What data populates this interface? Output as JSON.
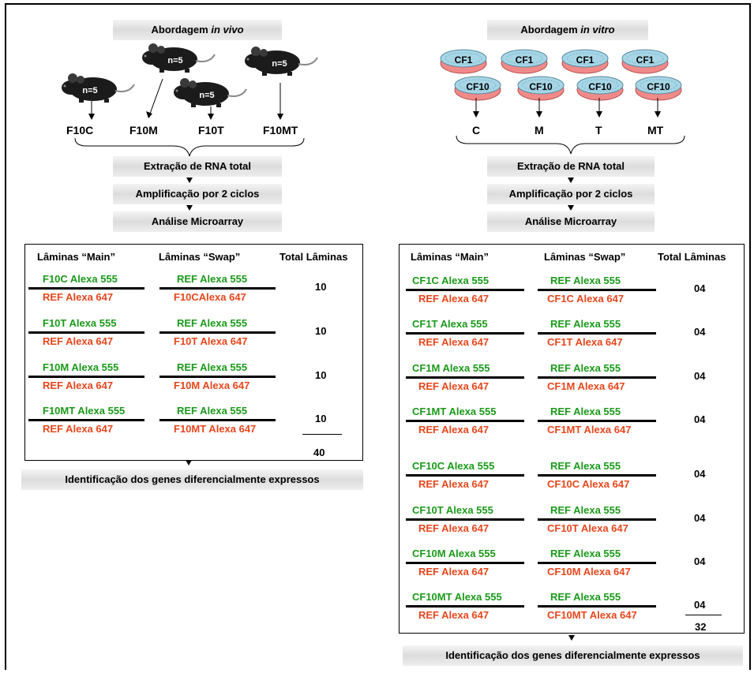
{
  "colors": {
    "green": "#1a9a1a",
    "red": "#e8461c",
    "mouse": "#1b1b1b",
    "dish_top": "#a6d6e6",
    "dish_body": "#f08a88"
  },
  "left": {
    "header_prefix": "Abordagem ",
    "header_italic": "in vivo",
    "mice": [
      {
        "label": "n=5"
      },
      {
        "label": "n=5"
      },
      {
        "label": "n=5"
      },
      {
        "label": "n=5"
      }
    ],
    "groups": [
      "F10C",
      "F10M",
      "F10T",
      "F10MT"
    ],
    "steps": [
      "Extração de RNA total",
      "Amplificação por 2 ciclos",
      "Análise Microarray"
    ],
    "table": {
      "headers": [
        "Lâminas “Main”",
        "Lâminas “Swap”",
        "Total Lâminas"
      ],
      "rows": [
        {
          "main_green": "F10C Alexa 555",
          "main_red": "REF Alexa 647",
          "swap_green": "REF Alexa 555",
          "swap_red": "F10CAlexa 647",
          "total": "10"
        },
        {
          "main_green": "F10T Alexa 555",
          "main_red": "REF Alexa 647",
          "swap_green": "REF Alexa 555",
          "swap_red": "F10T Alexa 647",
          "total": "10"
        },
        {
          "main_green": "F10M Alexa 555",
          "main_red": "REF Alexa 647",
          "swap_green": "REF Alexa 555",
          "swap_red": "F10M Alexa 647",
          "total": "10"
        },
        {
          "main_green": "F10MT Alexa 555",
          "main_red": "REF Alexa 647",
          "swap_green": "REF Alexa 555",
          "swap_red": "F10MT Alexa 647",
          "total": "10"
        }
      ],
      "sum": "40"
    },
    "result": "Identificação dos genes diferencialmente expressos"
  },
  "right": {
    "header_prefix": "Abordagem ",
    "header_italic": "in vitro",
    "dishes_top": [
      "CF1",
      "CF1",
      "CF1",
      "CF1"
    ],
    "dishes_bottom": [
      "CF10",
      "CF10",
      "CF10",
      "CF10"
    ],
    "groups": [
      "C",
      "M",
      "T",
      "MT"
    ],
    "steps": [
      "Extração de RNA total",
      "Amplificação por 2 ciclos",
      "Análise Microarray"
    ],
    "table": {
      "headers": [
        "Lâminas “Main”",
        "Lâminas “Swap”",
        "Total Lâminas"
      ],
      "rows": [
        {
          "main_green": "CF1C Alexa 555",
          "main_red": "REF Alexa 647",
          "swap_green": "REF Alexa 555",
          "swap_red": "CF1C Alexa 647",
          "total": "04"
        },
        {
          "main_green": "CF1T Alexa 555",
          "main_red": "REF Alexa 647",
          "swap_green": "REF Alexa 555",
          "swap_red": "CF1T Alexa 647",
          "total": "04"
        },
        {
          "main_green": "CF1M Alexa 555",
          "main_red": "REF Alexa 647",
          "swap_green": "REF Alexa 555",
          "swap_red": "CF1M Alexa 647",
          "total": "04"
        },
        {
          "main_green": "CF1MT Alexa 555",
          "main_red": "REF Alexa 647",
          "swap_green": "REF Alexa 555",
          "swap_red": "CF1MT Alexa 647",
          "total": "04"
        },
        {
          "main_green": "CF10C Alexa 555",
          "main_red": "REF Alexa 647",
          "swap_green": "REF Alexa 555",
          "swap_red": "CF10C Alexa 647",
          "total": "04"
        },
        {
          "main_green": "CF10T Alexa 555",
          "main_red": "REF Alexa 647",
          "swap_green": "REF Alexa 555",
          "swap_red": "CF10T Alexa 647",
          "total": "04"
        },
        {
          "main_green": "CF10M Alexa 555",
          "main_red": "REF Alexa 647",
          "swap_green": "REF Alexa 555",
          "swap_red": "CF10M Alexa 647",
          "total": "04"
        },
        {
          "main_green": "CF10MT Alexa 555",
          "main_red": "REF Alexa 647",
          "swap_green": "REF Alexa 555",
          "swap_red": "CF10MT Alexa 647",
          "total": "04"
        }
      ],
      "sum": "32"
    },
    "result": "Identificação dos genes diferencialmente expressos"
  }
}
